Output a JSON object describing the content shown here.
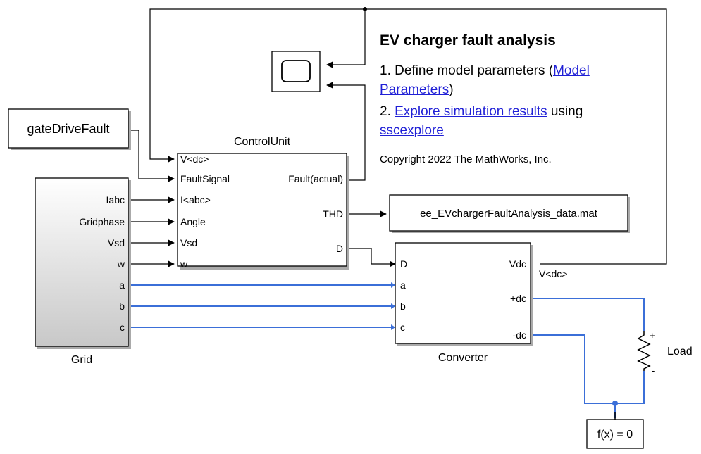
{
  "blocks": {
    "gate_drive": "gateDriveFault",
    "control_unit_title": "ControlUnit",
    "grid_title": "Grid",
    "converter_title": "Converter",
    "data_file": "ee_EVchargerFaultAnalysis_data.mat",
    "load_label": "Load",
    "solver": "f(x) = 0",
    "vdc_tag": "V<dc>",
    "load_plus": "+",
    "load_minus": "-"
  },
  "control_unit_ports": {
    "inputs": [
      "V<dc>",
      "FaultSignal",
      "I<abc>",
      "Angle",
      "Vsd",
      "w"
    ],
    "outputs": [
      "Fault(actual)",
      "THD",
      "D"
    ]
  },
  "grid_ports": [
    "Iabc",
    "Gridphase",
    "Vsd",
    "w",
    "a",
    "b",
    "c"
  ],
  "converter_ports": {
    "inputs": [
      "D",
      "a",
      "b",
      "c"
    ],
    "outputs": [
      "Vdc",
      "+dc",
      "-dc"
    ]
  },
  "annotation": {
    "title": "EV charger fault analysis",
    "line1_prefix": "1. Define model parameters (",
    "line1_link_a": "Model",
    "line1_link_b": "Parameters",
    "line1_suffix": ")",
    "line2_prefix": "2. ",
    "line2_link": "Explore simulation results",
    "line2_suffix": " using",
    "line3_link": "sscexplore",
    "copyright": "Copyright 2022 The MathWorks, Inc."
  },
  "colors": {
    "signal_line": "#000000",
    "physical_line": "#3b6fd8",
    "link": "#1f1fd6"
  }
}
